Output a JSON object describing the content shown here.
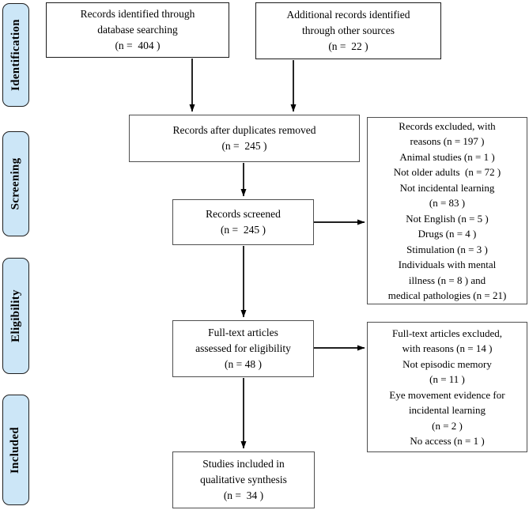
{
  "sidebar": {
    "stages": [
      {
        "label": "Identification"
      },
      {
        "label": "Screening"
      },
      {
        "label": "Eligibility"
      },
      {
        "label": "Included"
      }
    ]
  },
  "boxes": {
    "identified_db": {
      "lines": [
        "Records identified through",
        "database searching",
        "(n =  404 )"
      ]
    },
    "identified_other": {
      "lines": [
        "Additional records identified",
        "through other sources",
        "(n =  22 )"
      ]
    },
    "duplicates_removed": {
      "lines": [
        "Records after duplicates removed",
        "(n =  245 )"
      ]
    },
    "screened": {
      "lines": [
        "Records screened",
        "(n =  245 )"
      ]
    },
    "fulltext_assessed": {
      "lines": [
        "Full-text articles",
        "assessed for eligibility",
        "(n = 48 )"
      ]
    },
    "included_synthesis": {
      "lines": [
        "Studies included in",
        "qualitative synthesis",
        "(n =  34 )"
      ]
    },
    "excluded_screening": {
      "lines": [
        "Records excluded, with",
        "reasons (n = 197 )",
        "Animal studies (n = 1 )",
        "Not older adults  (n = 72 )",
        "Not incidental learning",
        "(n = 83 )",
        "Not English (n = 5 )",
        "Drugs (n = 4 )",
        "Stimulation (n = 3 )",
        "Individuals with mental",
        "illness (n = 8 ) and",
        "medical pathologies (n = 21)"
      ]
    },
    "excluded_fulltext": {
      "lines": [
        "Full-text articles excluded,",
        "with reasons (n = 14 )",
        "Not episodic memory",
        "(n = 11 )",
        "Eye movement evidence for",
        "incidental learning",
        "(n = 2 )",
        "No access (n = 1 )"
      ]
    }
  },
  "colors": {
    "stage_fill": "#cce6f7",
    "stage_border": "#1f1f1f",
    "box_border_dark": "#1a1a1a",
    "box_border_gray": "#4f4f4f",
    "arrow": "#000000"
  }
}
